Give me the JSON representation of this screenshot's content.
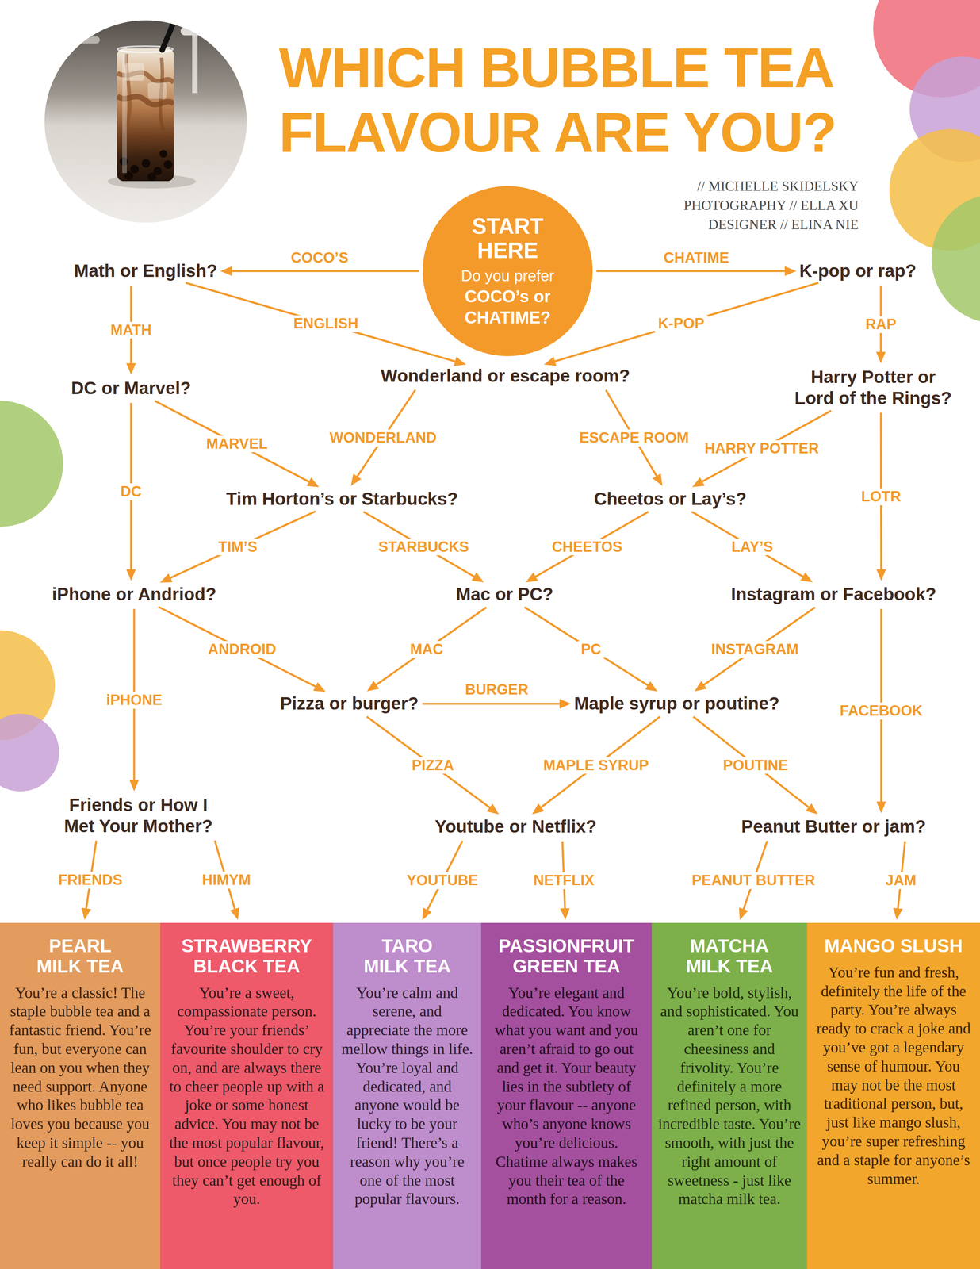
{
  "diagram": {
    "title": "WHICH BUBBLE TEA FLAVOUR ARE YOU?",
    "nodes": [
      {
        "text": [
          "START HERE",
          "Do you prefer",
          "COCO’s or CHATIME?"
        ]
      },
      {
        "text": [
          "Math or English?"
        ]
      },
      {
        "text": [
          "K-pop or rap?"
        ]
      },
      {
        "text": [
          "DC or Marvel?"
        ]
      },
      {
        "text": [
          "Wonderland or escape room?"
        ]
      },
      {
        "text": [
          "Harry Potter or Lord of the Rings?"
        ]
      },
      {
        "text": [
          "Tim Horton’s or Starbucks?"
        ]
      },
      {
        "text": [
          "Cheetos or Lay’s?"
        ]
      },
      {
        "text": [
          "iPhone or Andriod?"
        ]
      },
      {
        "text": [
          "Mac or PC?"
        ]
      },
      {
        "text": [
          "Instagram or Facebook?"
        ]
      },
      {
        "text": [
          "Pizza or burger?"
        ]
      },
      {
        "text": [
          "Maple syrup or poutine?"
        ]
      },
      {
        "text": [
          "Friends or How I Met Your Mother?"
        ]
      },
      {
        "text": [
          "Youtube or Netflix?"
        ]
      },
      {
        "text": [
          "Peanut Butter or jam?"
        ]
      },
      {
        "text": [
          "PEARL MILK TEA",
          "You’re a classic! The staple bubble tea and a fantastic friend. You’re fun, but everyone can lean on you when they need support. Anyone who likes bubble tea loves you because you keep it simple -- you really can do it all!"
        ]
      },
      {
        "text": [
          "STRAWBERRY BLACK TEA",
          "You’re a sweet, compassionate person. You’re your friends’ favourite shoulder to cry on, and are always there to cheer people up with a joke or some honest advice. You may not be the most popular flavour, but once people try you they can’t get enough of you."
        ]
      },
      {
        "text": [
          "TARO MILK TEA",
          "You’re calm and serene, and appreciate the more mellow things in life. You’re loyal and dedicated, and anyone would be lucky to be your friend! There’s a reason why you’re one of the most popular flavours."
        ]
      },
      {
        "text": [
          "PASSIONFRUIT GREEN TEA",
          "You’re elegant and dedicated. You know what you want and you aren’t afraid to go out and get it. Your beauty lies in the subtlety of your flavour -- anyone who’s anyone knows you’re delicious. Chatime always makes you their tea of the month for a reason."
        ]
      },
      {
        "text": [
          "MATCHA MILK TEA",
          "You’re bold, stylish, and sophisticated. You aren’t one for cheesiness and frivolity. You’re definitely a more refined person, with incredible taste. You’re smooth, with just the right amount of sweetness - just like matcha milk tea."
        ]
      },
      {
        "text": [
          "MANGO SLUSH",
          "You’re fun and fresh, definitely the life of the party. You’re always ready to crack a joke and you’ve got a legendary sense of humour. You may not be the most traditional person, but, just like mango slush, you’re super refreshing and a staple for anyone’s summer."
        ]
      }
    ],
    "edges": [
      {
        "from": 0,
        "to": 1,
        "label": "COCO’S",
        "arrow": "to"
      },
      {
        "from": 0,
        "to": 2,
        "label": "CHATIME",
        "arrow": "to"
      },
      {
        "from": 1,
        "to": 3,
        "label": "MATH",
        "arrow": "to"
      },
      {
        "from": 1,
        "to": 4,
        "label": "ENGLISH",
        "arrow": "to"
      },
      {
        "from": 2,
        "to": 4,
        "label": "K-POP",
        "arrow": "to"
      },
      {
        "from": 2,
        "to": 5,
        "label": "RAP",
        "arrow": "to"
      },
      {
        "from": 3,
        "to": 6,
        "label": "MARVEL",
        "arrow": "to"
      },
      {
        "from": 3,
        "to": 8,
        "label": "DC",
        "arrow": "to"
      },
      {
        "from": 4,
        "to": 6,
        "label": "WONDERLAND",
        "arrow": "to"
      },
      {
        "from": 4,
        "to": 7,
        "label": "ESCAPE ROOM",
        "arrow": "to"
      },
      {
        "from": 5,
        "to": 7,
        "label": "HARRY POTTER",
        "arrow": "to"
      },
      {
        "from": 5,
        "to": 10,
        "label": "LOTR",
        "arrow": "to"
      },
      {
        "from": 6,
        "to": 8,
        "label": "TIM’S",
        "arrow": "to"
      },
      {
        "from": 6,
        "to": 9,
        "label": "STARBUCKS",
        "arrow": "to"
      },
      {
        "from": 7,
        "to": 9,
        "label": "CHEETOS",
        "arrow": "to"
      },
      {
        "from": 7,
        "to": 10,
        "label": "LAY’S",
        "arrow": "to"
      },
      {
        "from": 8,
        "to": 11,
        "label": "ANDROID",
        "arrow": "to"
      },
      {
        "from": 8,
        "to": 13,
        "label": "iPHONE",
        "arrow": "to"
      },
      {
        "from": 9,
        "to": 11,
        "label": "MAC",
        "arrow": "to"
      },
      {
        "from": 9,
        "to": 12,
        "label": "PC",
        "arrow": "to"
      },
      {
        "from": 10,
        "to": 12,
        "label": "INSTAGRAM",
        "arrow": "to"
      },
      {
        "from": 10,
        "to": 15,
        "label": "FACEBOOK",
        "arrow": "to"
      },
      {
        "from": 11,
        "to": 12,
        "label": "BURGER",
        "arrow": "to"
      },
      {
        "from": 11,
        "to": 14,
        "label": "PIZZA",
        "arrow": "to"
      },
      {
        "from": 12,
        "to": 14,
        "label": "MAPLE SYRUP",
        "arrow": "to"
      },
      {
        "from": 12,
        "to": 15,
        "label": "POUTINE",
        "arrow": "to"
      },
      {
        "from": 13,
        "to": 16,
        "label": "FRIENDS",
        "arrow": "to"
      },
      {
        "from": 13,
        "to": 17,
        "label": "HIMYM",
        "arrow": "to"
      },
      {
        "from": 14,
        "to": 18,
        "label": "YOUTUBE",
        "arrow": "to"
      },
      {
        "from": 14,
        "to": 19,
        "label": "NETFLIX",
        "arrow": "to"
      },
      {
        "from": 15,
        "to": 20,
        "label": "PEANUT BUTTER",
        "arrow": "to"
      },
      {
        "from": 15,
        "to": 21,
        "label": "JAM",
        "arrow": "to"
      }
    ],
    "labels": [
      "// MICHELLE SKIDELSKY",
      "PHOTOGRAPHY // ELLA XU",
      "DESIGNER // ELINA NIE"
    ]
  }
}
